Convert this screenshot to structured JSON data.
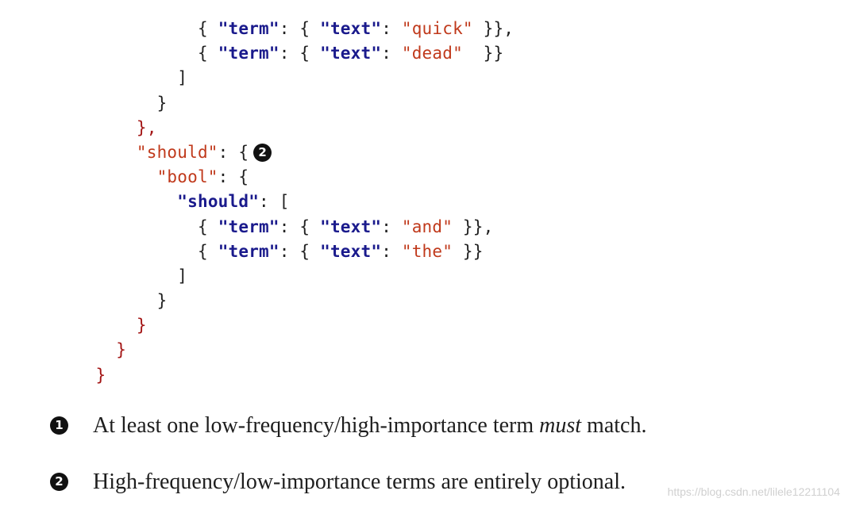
{
  "code_lines": [
    {
      "indent": 10,
      "tokens": [
        [
          "p",
          "{ "
        ],
        [
          "k",
          "\"term\""
        ],
        [
          "p",
          ": { "
        ],
        [
          "k",
          "\"text\""
        ],
        [
          "p",
          ": "
        ],
        [
          "s",
          "\"quick\""
        ],
        [
          "p",
          " }},"
        ]
      ]
    },
    {
      "indent": 10,
      "tokens": [
        [
          "p",
          "{ "
        ],
        [
          "k",
          "\"term\""
        ],
        [
          "p",
          ": { "
        ],
        [
          "k",
          "\"text\""
        ],
        [
          "p",
          ": "
        ],
        [
          "s",
          "\"dead\""
        ],
        [
          "p",
          "  }}"
        ]
      ]
    },
    {
      "indent": 9,
      "tokens": [
        [
          "p",
          "]"
        ]
      ]
    },
    {
      "indent": 8,
      "tokens": [
        [
          "p",
          "}"
        ]
      ]
    },
    {
      "indent": 7,
      "tokens": [
        [
          "r",
          "},"
        ]
      ]
    },
    {
      "indent": 7,
      "tokens": [
        [
          "s",
          "\"should\""
        ],
        [
          "p",
          ": {"
        ]
      ],
      "callout": "2"
    },
    {
      "indent": 8,
      "tokens": [
        [
          "s",
          "\"bool\""
        ],
        [
          "p",
          ": {"
        ]
      ]
    },
    {
      "indent": 9,
      "tokens": [
        [
          "k",
          "\"should\""
        ],
        [
          "p",
          ": ["
        ]
      ]
    },
    {
      "indent": 10,
      "tokens": [
        [
          "p",
          "{ "
        ],
        [
          "k",
          "\"term\""
        ],
        [
          "p",
          ": { "
        ],
        [
          "k",
          "\"text\""
        ],
        [
          "p",
          ": "
        ],
        [
          "s",
          "\"and\""
        ],
        [
          "p",
          " }},"
        ]
      ]
    },
    {
      "indent": 10,
      "tokens": [
        [
          "p",
          "{ "
        ],
        [
          "k",
          "\"term\""
        ],
        [
          "p",
          ": { "
        ],
        [
          "k",
          "\"text\""
        ],
        [
          "p",
          ": "
        ],
        [
          "s",
          "\"the\""
        ],
        [
          "p",
          " }}"
        ]
      ]
    },
    {
      "indent": 9,
      "tokens": [
        [
          "p",
          "]"
        ]
      ]
    },
    {
      "indent": 8,
      "tokens": [
        [
          "p",
          "}"
        ]
      ]
    },
    {
      "indent": 7,
      "tokens": [
        [
          "r",
          "}"
        ]
      ]
    },
    {
      "indent": 6,
      "tokens": [
        [
          "r",
          "}"
        ]
      ]
    },
    {
      "indent": 5,
      "tokens": [
        [
          "r",
          "}"
        ]
      ]
    }
  ],
  "notes": [
    {
      "marker": "1",
      "parts": [
        [
          "t",
          "At least one low-frequency/high-importance term "
        ],
        [
          "em",
          "must"
        ],
        [
          "t",
          " match."
        ]
      ]
    },
    {
      "marker": "2",
      "parts": [
        [
          "t",
          "High-frequency/low-importance terms are entirely optional."
        ]
      ]
    }
  ],
  "watermark": "https://blog.csdn.net/lilele12211104"
}
